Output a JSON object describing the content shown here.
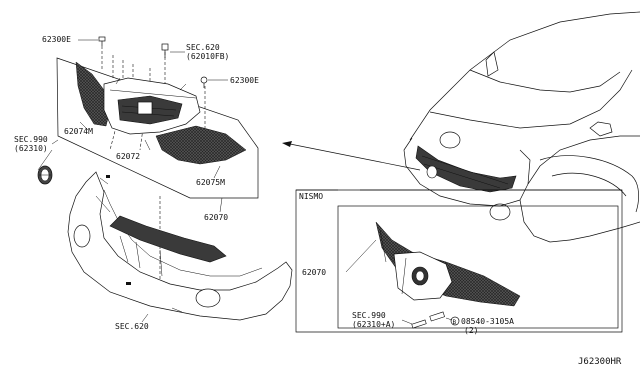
{
  "labels": {
    "clip_top": "62300E",
    "sec620_top": "SEC.620",
    "sec620_top_sub": "(62010FB)",
    "clip_right": "62300E",
    "sec990_left": "SEC.990",
    "sec990_left_sub": "(62310)",
    "grille_left": "62074M",
    "grille_center": "62072",
    "grille_right": "62075M",
    "assembly": "62070",
    "bumper": "SEC.620",
    "nismo_title": "NISMO",
    "nismo_assembly": "62070",
    "nismo_sec990": "SEC.990",
    "nismo_sec990_sub": "(62310+A)",
    "nismo_screw": "08540-3105A",
    "nismo_screw_qty": "(2)",
    "nismo_screw_marker": "B",
    "diagram_code": "J62300HR"
  }
}
